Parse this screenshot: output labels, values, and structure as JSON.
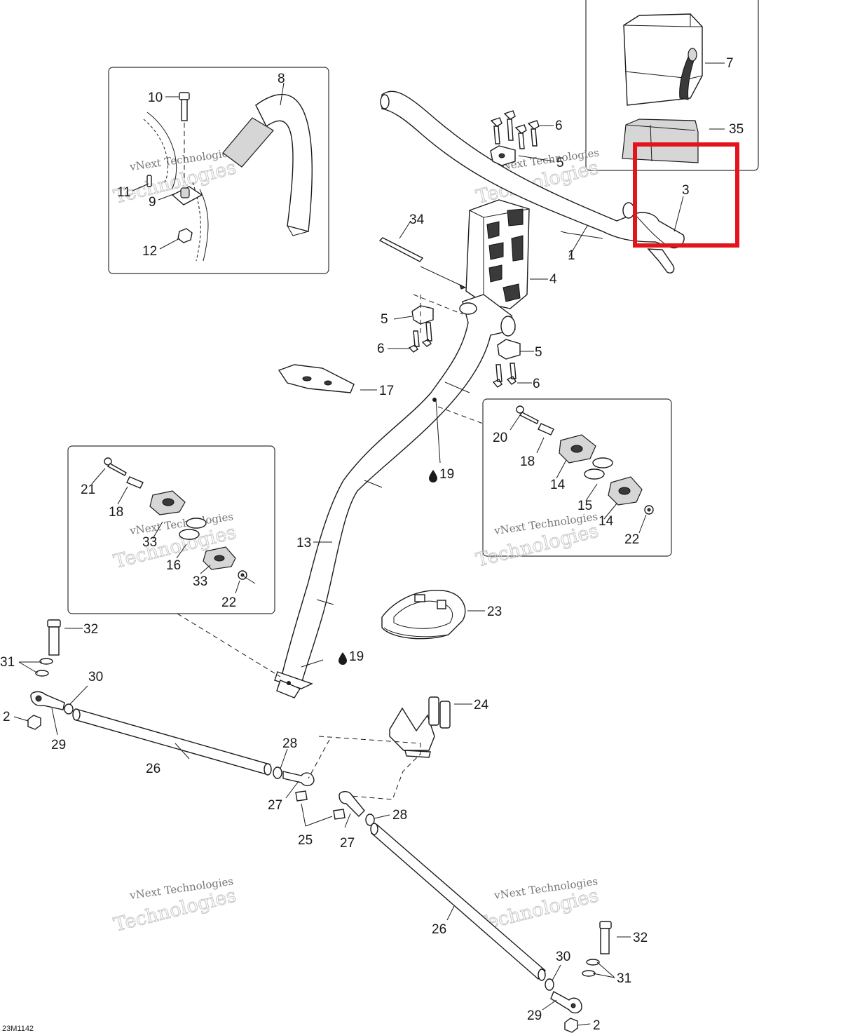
{
  "diagram_code": "23M1142",
  "watermark": {
    "line1": "vNext Technologies",
    "line2": "Technologies"
  },
  "callouts": {
    "c1": "1",
    "c2a": "2",
    "c2b": "2",
    "c3": "3",
    "c4": "4",
    "c5a": "5",
    "c5b": "5",
    "c5c": "5",
    "c6a": "6",
    "c6b": "6",
    "c6c": "6",
    "c7": "7",
    "c8": "8",
    "c9": "9",
    "c10": "10",
    "c11": "11",
    "c12": "12",
    "c13": "13",
    "c14a": "14",
    "c14b": "14",
    "c15": "15",
    "c16": "16",
    "c17": "17",
    "c18a": "18",
    "c18b": "18",
    "c19a": "19",
    "c19b": "19",
    "c20": "20",
    "c21": "21",
    "c22a": "22",
    "c22b": "22",
    "c23": "23",
    "c24": "24",
    "c25": "25",
    "c26a": "26",
    "c26b": "26",
    "c27a": "27",
    "c27b": "27",
    "c28a": "28",
    "c28b": "28",
    "c29a": "29",
    "c29b": "29",
    "c30a": "30",
    "c30b": "30",
    "c31a": "31",
    "c31b": "31",
    "c32a": "32",
    "c32b": "32",
    "c33a": "33",
    "c33b": "33",
    "c34": "34",
    "c35": "35"
  },
  "colors": {
    "highlight": "#e3141b",
    "line": "#1a1a1a"
  },
  "icons": {
    "grease_symbol": "oil-drop-icon"
  }
}
